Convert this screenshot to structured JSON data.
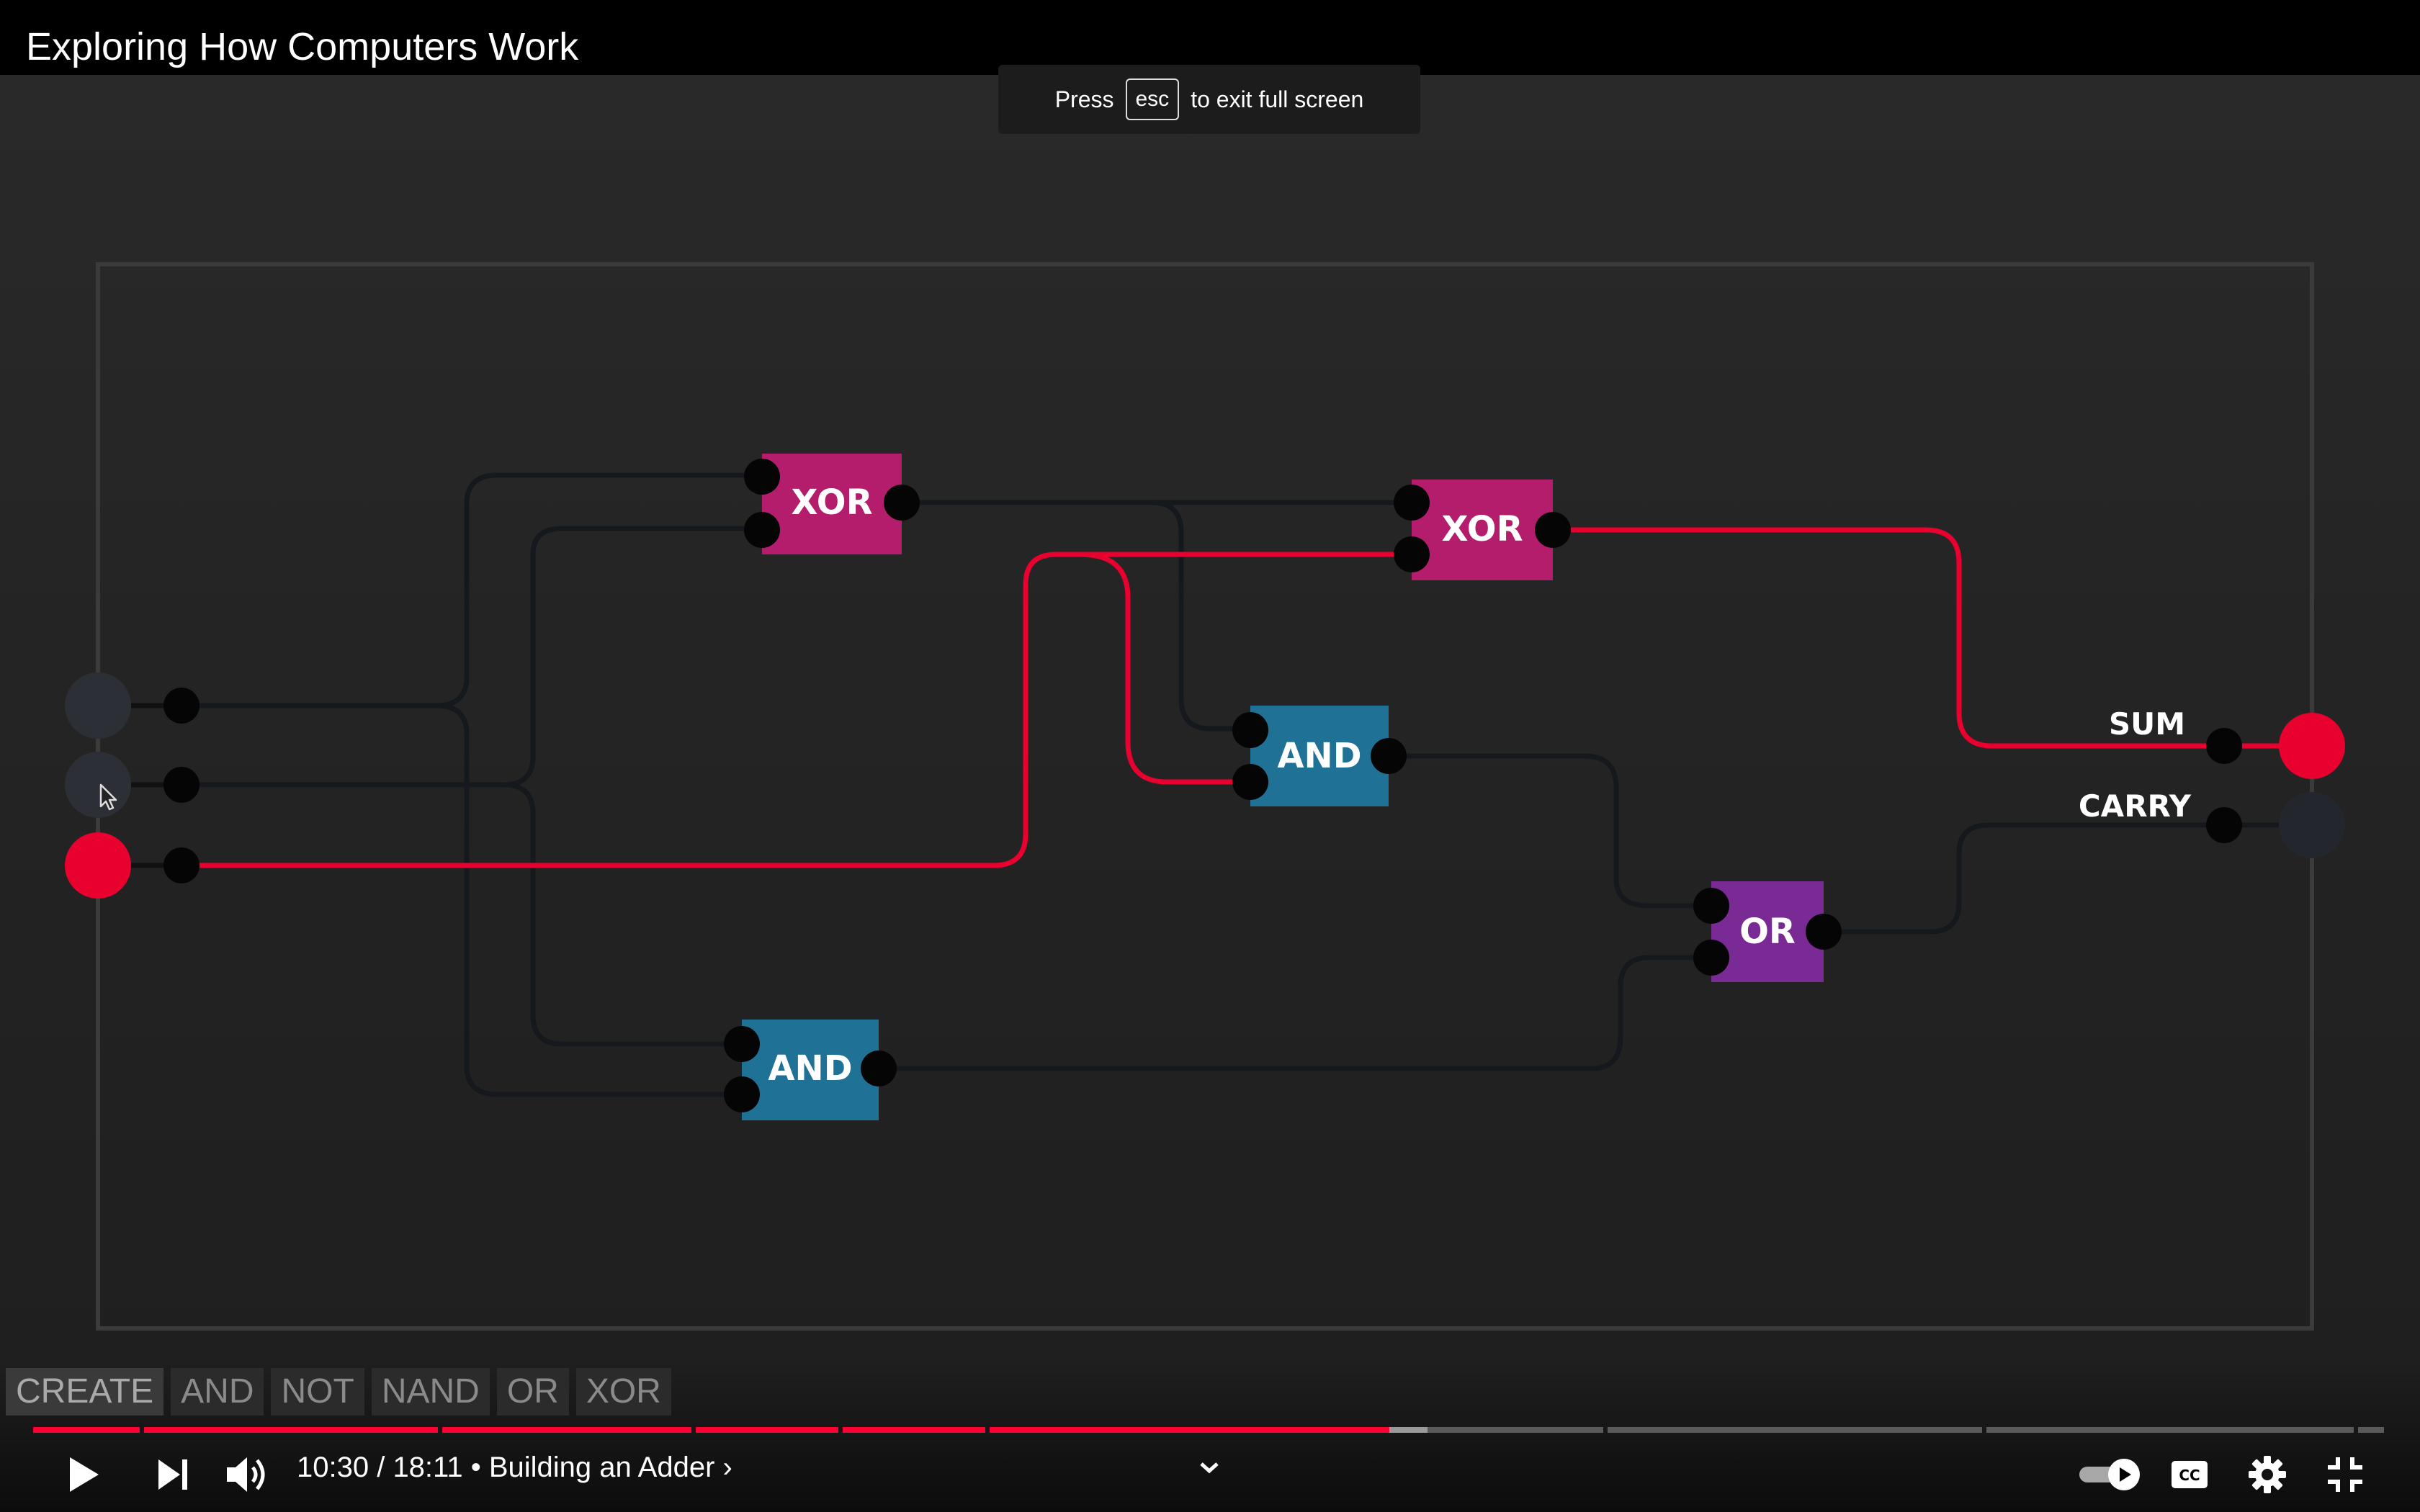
{
  "window": {
    "title": "Exploring How Computers Work"
  },
  "toast": {
    "prefix": "Press",
    "key": "esc",
    "suffix": "to exit full screen"
  },
  "circuit": {
    "gates": [
      {
        "label": "XOR",
        "type": "xor"
      },
      {
        "label": "XOR",
        "type": "xor"
      },
      {
        "label": "AND",
        "type": "and"
      },
      {
        "label": "OR",
        "type": "or"
      },
      {
        "label": "AND",
        "type": "and"
      }
    ],
    "outputs": [
      {
        "label": "SUM",
        "state": "on"
      },
      {
        "label": "CARRY",
        "state": "off"
      }
    ],
    "inputs": [
      {
        "state": "off"
      },
      {
        "state": "off"
      },
      {
        "state": "on"
      }
    ]
  },
  "toolbar": {
    "items": [
      {
        "label": "CREATE"
      },
      {
        "label": "AND"
      },
      {
        "label": "NOT"
      },
      {
        "label": "NAND"
      },
      {
        "label": "OR"
      },
      {
        "label": "XOR"
      }
    ]
  },
  "player": {
    "time": "10:30 / 18:11",
    "chapter": "• Building an Adder ›",
    "progress_fraction": 0.577,
    "buffered_fraction": 0.593,
    "autoplay": "on"
  },
  "colors": {
    "signal_on": "#e8002f",
    "wire_off": "#15181c",
    "xor_gate": "#b41d6b",
    "and_gate": "#1f7196",
    "or_gate": "#7a2a95",
    "progress": "#ff0033"
  },
  "icons": [
    "play-icon",
    "next-icon",
    "volume-icon",
    "chevron-down-icon",
    "autoplay-toggle-icon",
    "cc-icon",
    "gear-icon",
    "exit-fullscreen-icon",
    "cursor-icon"
  ]
}
